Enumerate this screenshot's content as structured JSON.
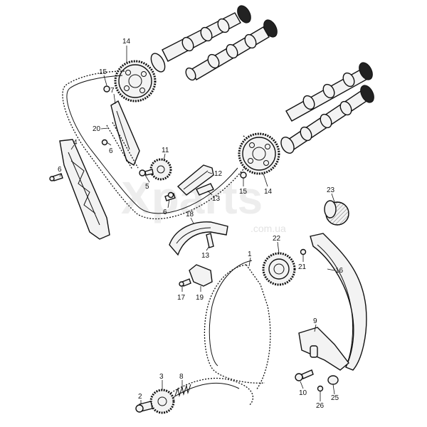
{
  "watermark": {
    "brand": "Xparts",
    "domain": ".com.ua"
  },
  "callouts": [
    {
      "id": "c14a",
      "text": "14"
    },
    {
      "id": "c15a",
      "text": "15"
    },
    {
      "id": "c7",
      "text": "7"
    },
    {
      "id": "c20",
      "text": "20"
    },
    {
      "id": "c4",
      "text": "4"
    },
    {
      "id": "c6a",
      "text": "6"
    },
    {
      "id": "c6b",
      "text": "6"
    },
    {
      "id": "c11",
      "text": "11"
    },
    {
      "id": "c12",
      "text": "12"
    },
    {
      "id": "c5",
      "text": "5"
    },
    {
      "id": "c13a",
      "text": "13"
    },
    {
      "id": "c6c",
      "text": "6"
    },
    {
      "id": "c18",
      "text": "18"
    },
    {
      "id": "c13b",
      "text": "13"
    },
    {
      "id": "c17",
      "text": "17"
    },
    {
      "id": "c19",
      "text": "19"
    },
    {
      "id": "c1",
      "text": "1"
    },
    {
      "id": "c15b",
      "text": "15"
    },
    {
      "id": "c14b",
      "text": "14"
    },
    {
      "id": "c23",
      "text": "23"
    },
    {
      "id": "c22",
      "text": "22"
    },
    {
      "id": "c21",
      "text": "21"
    },
    {
      "id": "c16",
      "text": "16"
    },
    {
      "id": "c9",
      "text": "9"
    },
    {
      "id": "c3",
      "text": "3"
    },
    {
      "id": "c8",
      "text": "8"
    },
    {
      "id": "c2",
      "text": "2"
    },
    {
      "id": "c10",
      "text": "10"
    },
    {
      "id": "c25",
      "text": "25"
    },
    {
      "id": "c26",
      "text": "26"
    }
  ]
}
